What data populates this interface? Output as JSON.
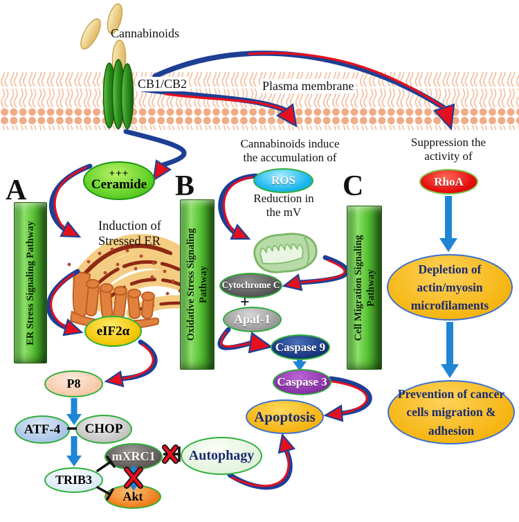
{
  "figure": {
    "top": {
      "cannabinoids": "Cannabinoids",
      "receptor": "CB1/CB2",
      "membrane": "Plasma membrane"
    },
    "pathways": {
      "a": {
        "letter": "A",
        "line1": "ER Stress Signaling Pathway",
        "line2": ""
      },
      "b": {
        "letter": "B",
        "line1": "Oxidative Stress Signaling",
        "line2": "Pathway"
      },
      "c": {
        "letter": "C",
        "line1": "Cell Migration Signaling",
        "line2": "Pathway"
      }
    },
    "annotations": {
      "induce": {
        "line1": "Cannabinoids induce",
        "line2": "the accumulation of"
      },
      "suppression": {
        "line1": "Suppression the",
        "line2": "activity of"
      },
      "reduction": {
        "line1": "Reduction in",
        "line2": "the mV"
      },
      "induction": {
        "line1": "Induction of",
        "line2": "Stressed ER"
      },
      "plus": "+"
    },
    "nodes": {
      "ceramide": {
        "sup": "+++",
        "label": "Ceramide"
      },
      "ros": {
        "label": "ROS"
      },
      "rhoa": {
        "label": "RhoA"
      },
      "eif2a": {
        "label": "eIF2α"
      },
      "p8": {
        "label": "P8"
      },
      "atf4": {
        "label": "ATF-4"
      },
      "chop": {
        "label": "CHOP"
      },
      "trib3": {
        "label": "TRIB3"
      },
      "mxrc1": {
        "label": "mXRC1"
      },
      "akt": {
        "label": "Akt"
      },
      "autophagy": {
        "label": "Autophagy"
      },
      "apoptosis": {
        "label": "Apoptosis"
      },
      "caspase9": {
        "label": "Caspase 9"
      },
      "caspase3": {
        "label": "Caspase 3"
      },
      "apaf1": {
        "label": "Apaf-1"
      },
      "cytc": {
        "label": "Cytochrome C"
      },
      "depletion": {
        "line1": "Depletion of",
        "line2": "actin/myosin",
        "line3": "microfilaments"
      },
      "prevention": {
        "line1": "Prevention of cancer",
        "line2": "cells migration &",
        "line3": "adhesion"
      }
    },
    "colors": {
      "bar_green": "#57c133",
      "arrow_blue": "#1e86d4",
      "arrow_red": "#e60f1e",
      "arrow_navy": "#1d3f94",
      "membrane_head": "#f0ac86"
    }
  }
}
